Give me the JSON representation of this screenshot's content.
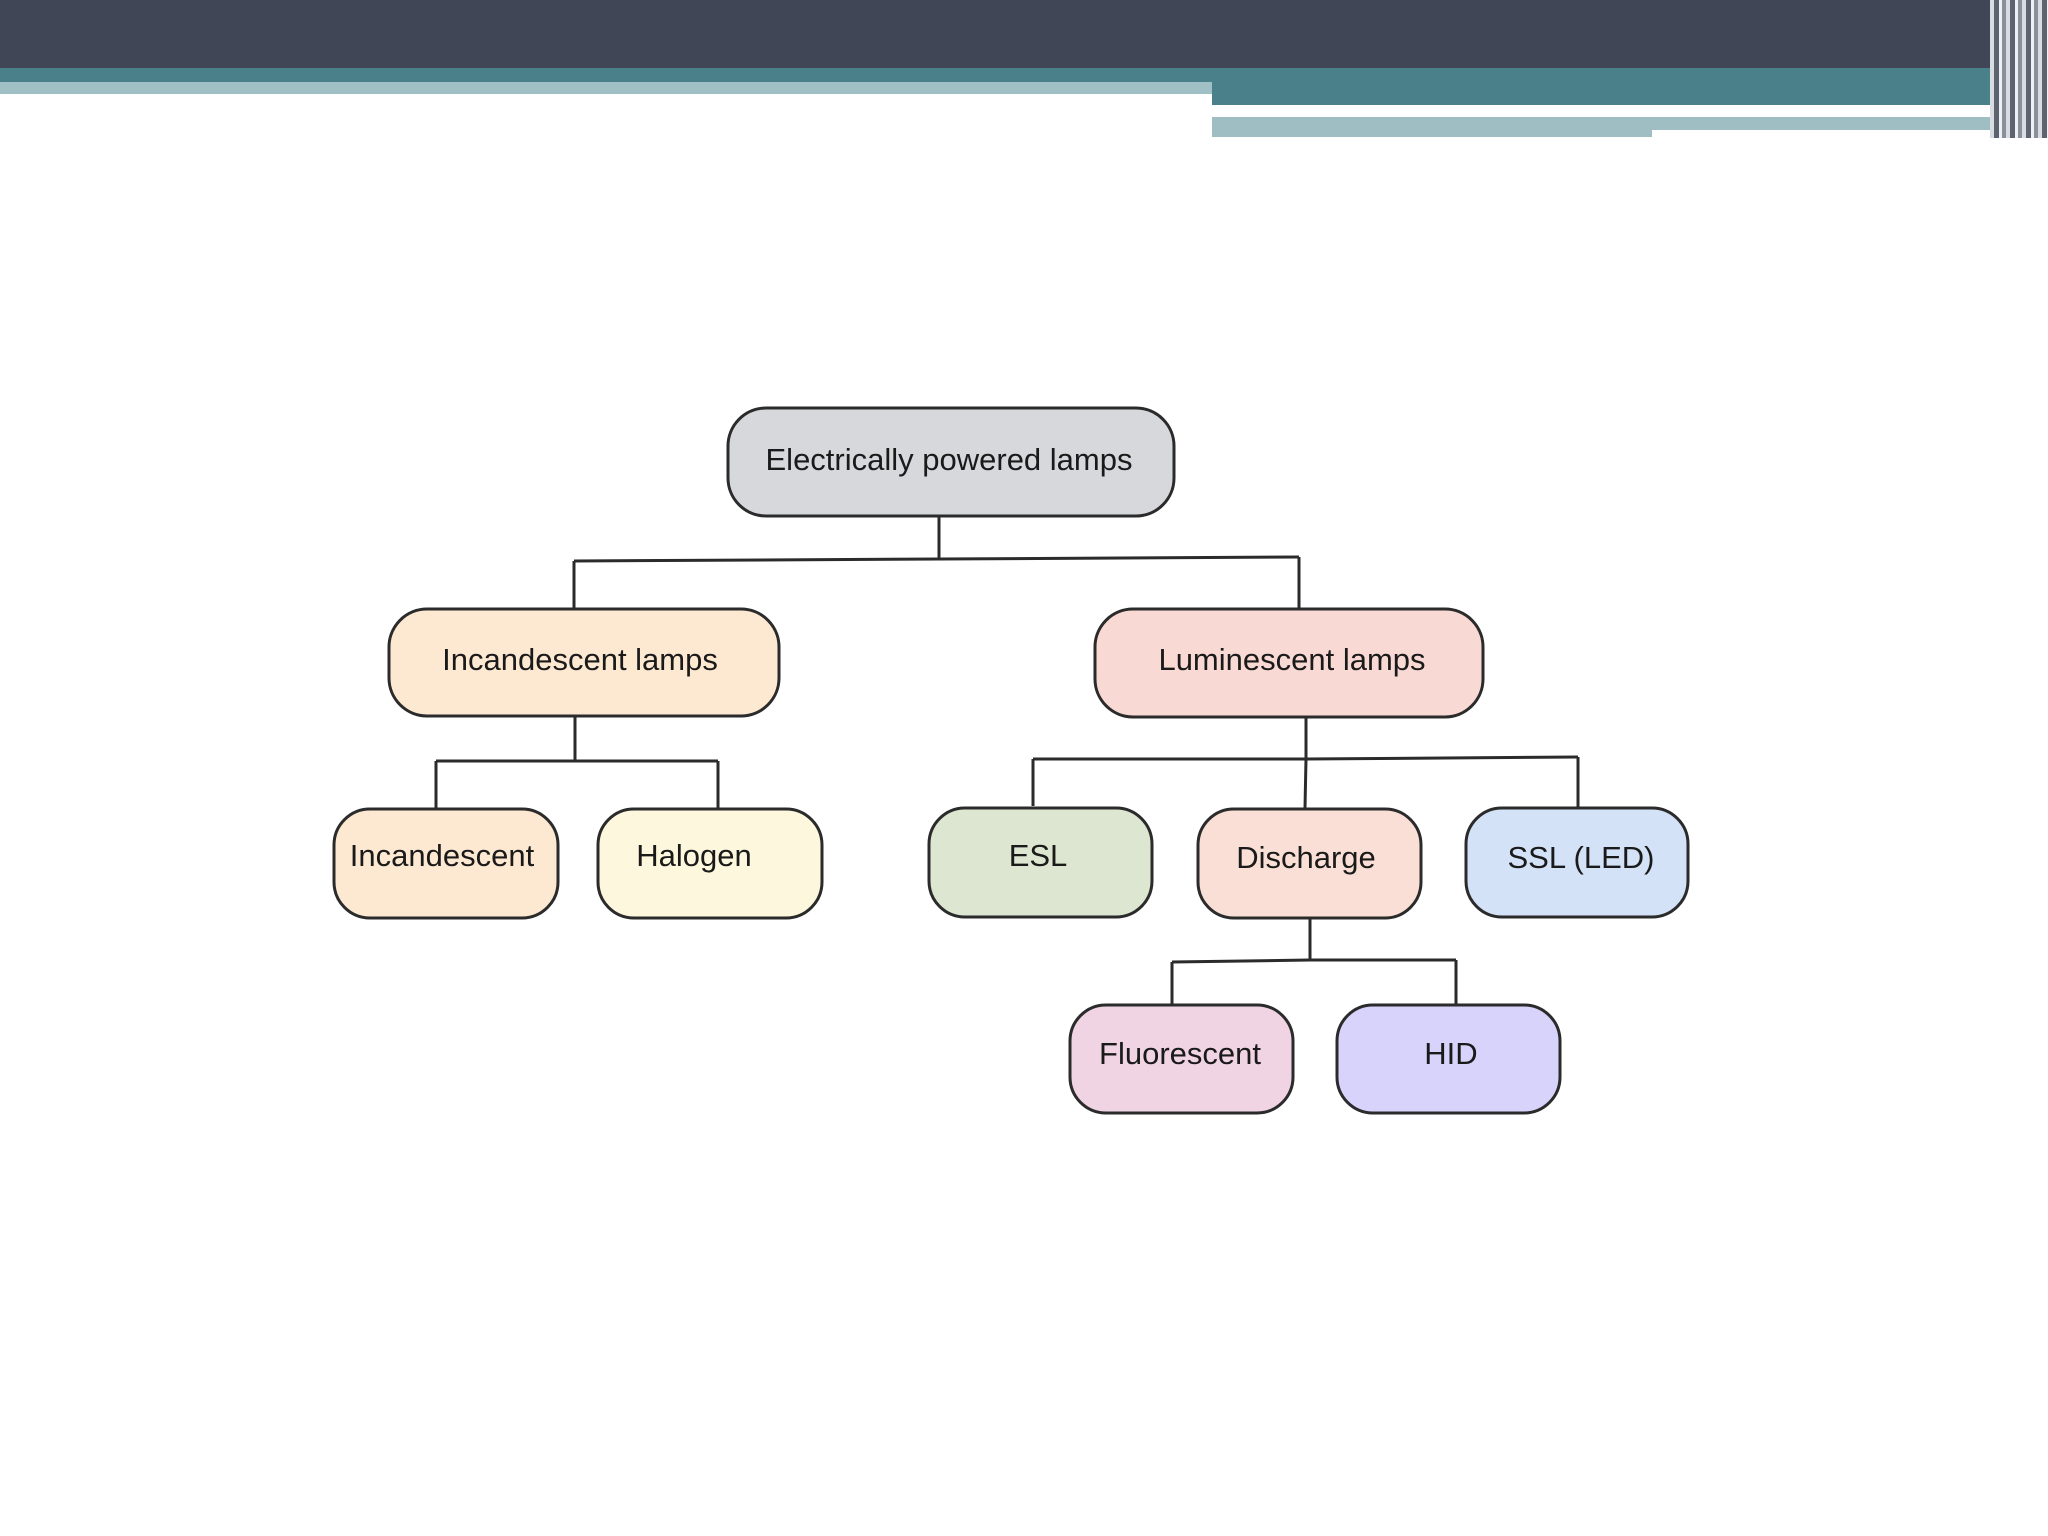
{
  "nodes": {
    "root": {
      "label": "Electrically powered lamps",
      "color": "#d7d8db"
    },
    "incandescent_lamps": {
      "label": "Incandescent lamps",
      "color": "#fde9d2"
    },
    "luminescent_lamps": {
      "label": "Luminescent lamps",
      "color": "#f9d9d4"
    },
    "incandescent": {
      "label": "Incandescent",
      "color": "#fde9d2"
    },
    "halogen": {
      "label": "Halogen",
      "color": "#fdf7dd"
    },
    "esl": {
      "label": "ESL",
      "color": "#dde6d0"
    },
    "discharge": {
      "label": "Discharge",
      "color": "#f9dfd5"
    },
    "ssl_led": {
      "label": "SSL (LED)",
      "color": "#d3e2f6"
    },
    "fluorescent": {
      "label": "Fluorescent",
      "color": "#f1d4e4"
    },
    "hid": {
      "label": "HID",
      "color": "#d8d3fb"
    }
  },
  "edges": [
    [
      "root",
      "incandescent_lamps"
    ],
    [
      "root",
      "luminescent_lamps"
    ],
    [
      "incandescent_lamps",
      "incandescent"
    ],
    [
      "incandescent_lamps",
      "halogen"
    ],
    [
      "luminescent_lamps",
      "esl"
    ],
    [
      "luminescent_lamps",
      "discharge"
    ],
    [
      "luminescent_lamps",
      "ssl_led"
    ],
    [
      "discharge",
      "fluorescent"
    ],
    [
      "discharge",
      "hid"
    ]
  ],
  "theme": {
    "header_dark": "#404656",
    "header_teal": "#4a8089",
    "header_light": "#9fc0c5",
    "node_border": "#2b2b2b",
    "connector": "#2b2b2b"
  }
}
